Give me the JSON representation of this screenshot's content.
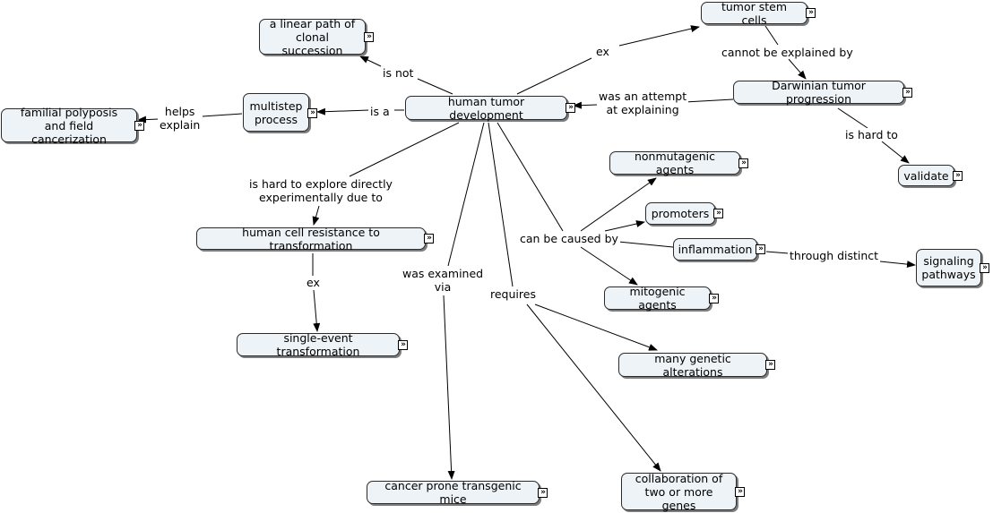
{
  "nodes": [
    {
      "id": "a_linear_path",
      "text": "a linear path of\nclonal succession"
    },
    {
      "id": "tumor_stem_cells",
      "text": "tumor stem cells"
    },
    {
      "id": "familial_polyposis",
      "text": "familial polyposis\nand field cancerization"
    },
    {
      "id": "multistep_process",
      "text": "multistep\nprocess"
    },
    {
      "id": "human_tumor_development",
      "text": "human tumor development"
    },
    {
      "id": "darwinian_tumor_progression",
      "text": "Darwinian tumor progression"
    },
    {
      "id": "validate",
      "text": "validate"
    },
    {
      "id": "nonmutagenic_agents",
      "text": "nonmutagenic agents"
    },
    {
      "id": "promoters",
      "text": "promoters"
    },
    {
      "id": "human_cell_resistance",
      "text": "human cell resistance to transformation"
    },
    {
      "id": "inflammation",
      "text": "inflammation"
    },
    {
      "id": "signaling_pathways",
      "text": "signaling\npathways"
    },
    {
      "id": "mitogenic_agents",
      "text": "mitogenic agents"
    },
    {
      "id": "single_event_transformation",
      "text": "single-event transformation"
    },
    {
      "id": "many_genetic_alterations",
      "text": "many genetic alterations"
    },
    {
      "id": "cancer_prone_transgenic_mice",
      "text": "cancer prone transgenic mice"
    },
    {
      "id": "collaboration_of_genes",
      "text": "collaboration of\ntwo or more genes"
    }
  ],
  "link_labels": [
    {
      "id": "is_not",
      "text": "is not"
    },
    {
      "id": "ex_top",
      "text": "ex"
    },
    {
      "id": "cannot_be_explained_by",
      "text": "cannot be explained by"
    },
    {
      "id": "helps_explain",
      "text": "helps\nexplain"
    },
    {
      "id": "is_a",
      "text": "is a"
    },
    {
      "id": "was_an_attempt",
      "text": "was an attempt\nat explaining"
    },
    {
      "id": "is_hard_to",
      "text": "is hard to"
    },
    {
      "id": "is_hard_to_explore",
      "text": "is hard to explore directly\nexperimentally due to"
    },
    {
      "id": "can_be_caused_by",
      "text": "can be caused by"
    },
    {
      "id": "through_distinct",
      "text": "through distinct"
    },
    {
      "id": "ex_left",
      "text": "ex"
    },
    {
      "id": "was_examined_via",
      "text": "was examined\nvia"
    },
    {
      "id": "requires",
      "text": "requires"
    }
  ],
  "expand_icon": "double-chevron-right-icon",
  "colors": {
    "node_fill": "#eef3f7",
    "node_border": "#2b2b2b",
    "line": "#000000"
  }
}
